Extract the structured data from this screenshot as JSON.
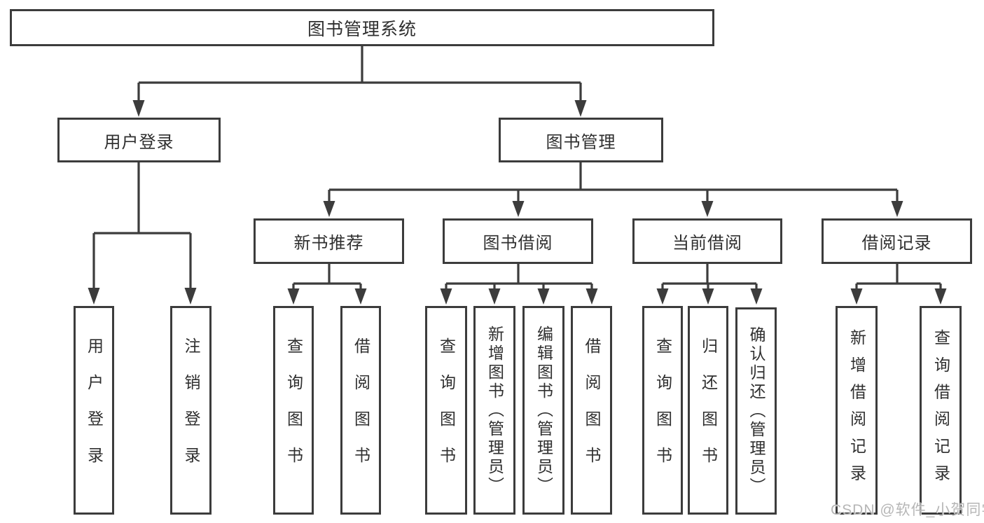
{
  "tree": {
    "root": "图书管理系统",
    "user_login": {
      "label": "用户登录",
      "children": [
        "用户登录",
        "注销登录"
      ]
    },
    "book_management": {
      "label": "图书管理",
      "sections": [
        {
          "label": "新书推荐",
          "children": [
            "查询图书",
            "借阅图书"
          ]
        },
        {
          "label": "图书借阅",
          "children": [
            "查询图书",
            "新增图书（管理员）",
            "编辑图书（管理员）",
            "借阅图书"
          ]
        },
        {
          "label": "当前借阅",
          "children": [
            "查询图书",
            "归还图书",
            "确认归还（管理员）"
          ]
        },
        {
          "label": "借阅记录",
          "children": [
            "新增借阅记录",
            "查询借阅记录"
          ]
        }
      ]
    }
  },
  "watermark": "CSDN @软件_小贺同学",
  "colors": {
    "line": "#3c3c3c",
    "text": "#2f2f2f",
    "background": "#ffffff",
    "watermark": "#b2b2b2"
  }
}
